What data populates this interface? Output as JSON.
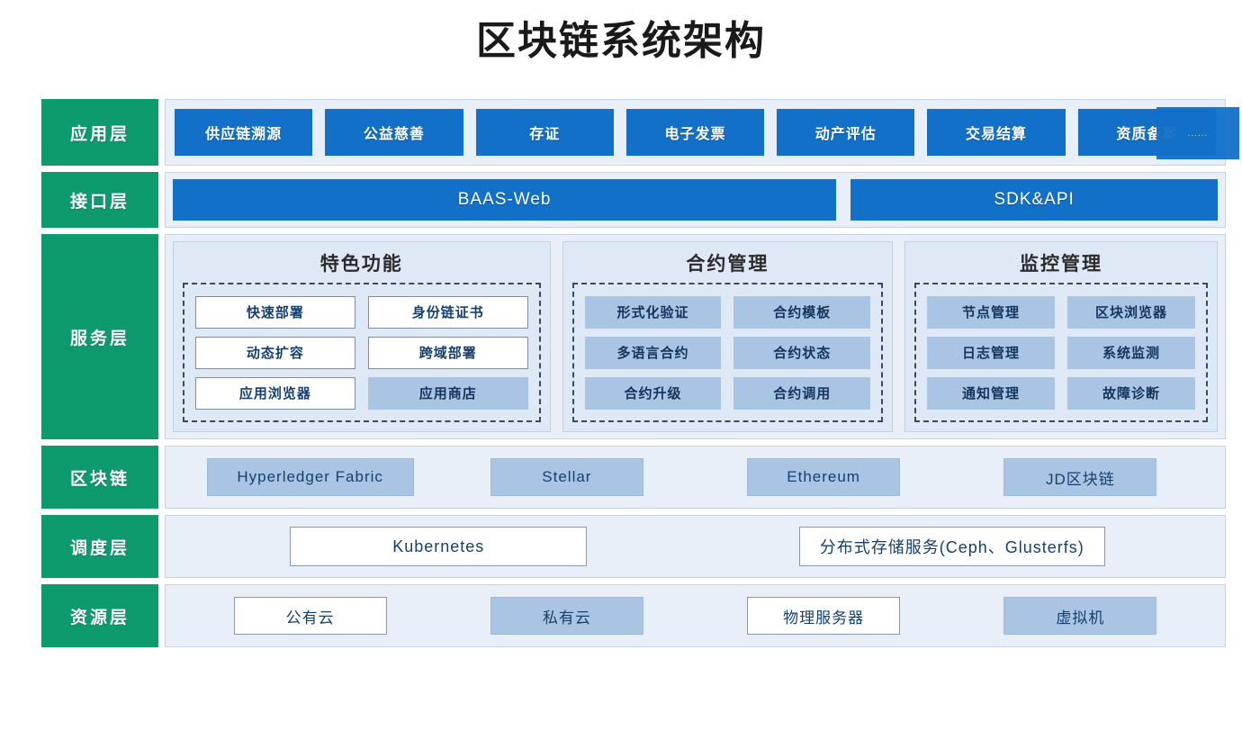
{
  "title": "区块链系统架构",
  "colors": {
    "layer_green": "#0e9a6f",
    "accent_blue": "#1270c8",
    "chip_blue": "#a9c5e3",
    "row_bg": "#e9eff8",
    "panel_bg": "#dfe8f5"
  },
  "layers": {
    "application": {
      "label": "应用层",
      "items": [
        "供应链溯源",
        "公益慈善",
        "存证",
        "电子发票",
        "动产评估",
        "交易结算",
        "资质备案"
      ],
      "overflow_item": "......"
    },
    "interface": {
      "label": "接口层",
      "items": [
        "BAAS-Web",
        "SDK&API"
      ]
    },
    "service": {
      "label": "服务层",
      "panels": [
        {
          "title": "特色功能",
          "cells": [
            {
              "label": "快速部署",
              "style": "outline"
            },
            {
              "label": "身份链证书",
              "style": "outline"
            },
            {
              "label": "动态扩容",
              "style": "outline"
            },
            {
              "label": "跨域部署",
              "style": "outline"
            },
            {
              "label": "应用浏览器",
              "style": "outline"
            },
            {
              "label": "应用商店",
              "style": "filled"
            }
          ]
        },
        {
          "title": "合约管理",
          "cells": [
            {
              "label": "形式化验证",
              "style": "filled"
            },
            {
              "label": "合约模板",
              "style": "filled"
            },
            {
              "label": "多语言合约",
              "style": "filled"
            },
            {
              "label": "合约状态",
              "style": "filled"
            },
            {
              "label": "合约升级",
              "style": "filled"
            },
            {
              "label": "合约调用",
              "style": "filled"
            }
          ]
        },
        {
          "title": "监控管理",
          "cells": [
            {
              "label": "节点管理",
              "style": "filled"
            },
            {
              "label": "区块浏览器",
              "style": "filled"
            },
            {
              "label": "日志管理",
              "style": "filled"
            },
            {
              "label": "系统监测",
              "style": "filled"
            },
            {
              "label": "通知管理",
              "style": "filled"
            },
            {
              "label": "故障诊断",
              "style": "filled"
            }
          ]
        }
      ]
    },
    "blockchain": {
      "label": "区块链",
      "items": [
        {
          "label": "Hyperledger Fabric",
          "style": "filled",
          "width": "w-lg"
        },
        {
          "label": "Stellar",
          "style": "filled",
          "width": "w-md"
        },
        {
          "label": "Ethereum",
          "style": "filled",
          "width": "w-md"
        },
        {
          "label": "JD区块链",
          "style": "filled",
          "width": "w-md"
        }
      ]
    },
    "scheduling": {
      "label": "调度层",
      "items": [
        {
          "label": "Kubernetes",
          "style": "outline"
        },
        {
          "label": "分布式存储服务(Ceph、Glusterfs)",
          "style": "outline"
        }
      ]
    },
    "resource": {
      "label": "资源层",
      "items": [
        {
          "label": "公有云",
          "style": "outline",
          "width": "w-md"
        },
        {
          "label": "私有云",
          "style": "filled",
          "width": "w-md"
        },
        {
          "label": "物理服务器",
          "style": "outline",
          "width": "w-md"
        },
        {
          "label": "虚拟机",
          "style": "filled",
          "width": "w-md"
        }
      ]
    }
  }
}
